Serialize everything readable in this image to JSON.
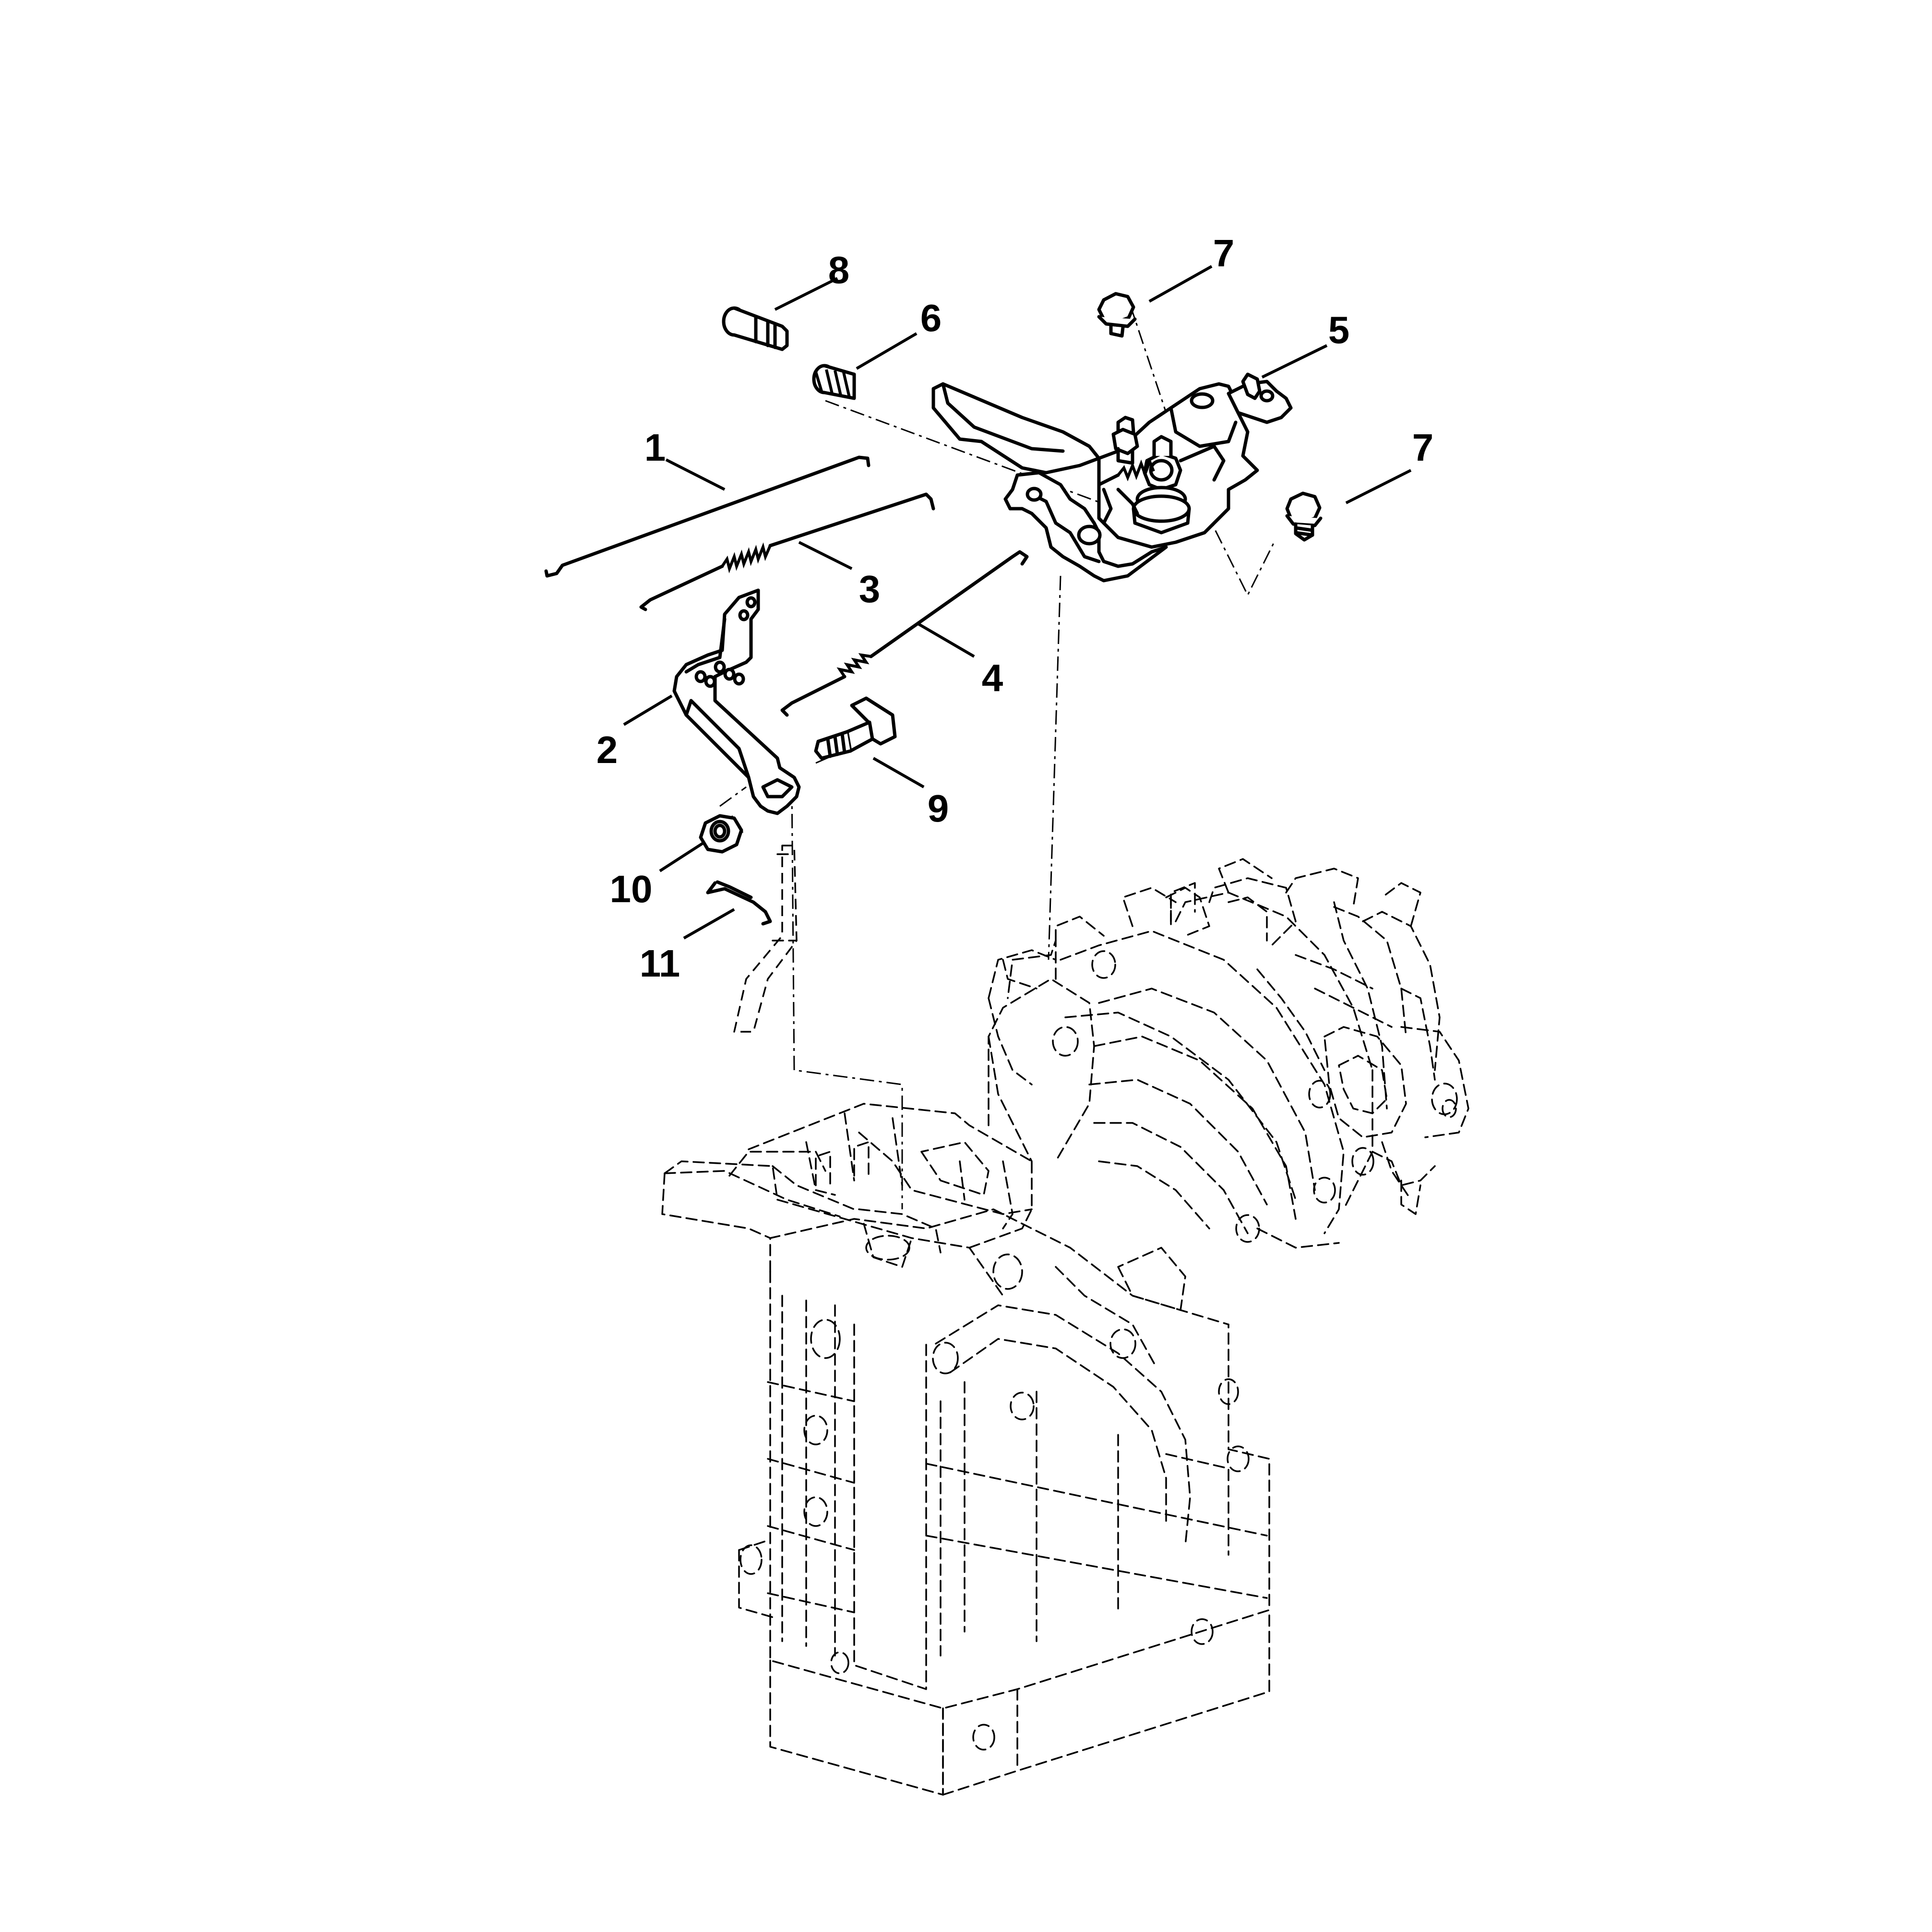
{
  "diagram": {
    "callouts": [
      {
        "id": "1",
        "label": "1"
      },
      {
        "id": "2",
        "label": "2"
      },
      {
        "id": "3",
        "label": "3"
      },
      {
        "id": "4",
        "label": "4"
      },
      {
        "id": "5",
        "label": "5"
      },
      {
        "id": "6",
        "label": "6"
      },
      {
        "id": "7a",
        "label": "7"
      },
      {
        "id": "7b",
        "label": "7"
      },
      {
        "id": "8",
        "label": "8"
      },
      {
        "id": "9",
        "label": "9"
      },
      {
        "id": "10",
        "label": "10"
      },
      {
        "id": "11",
        "label": "11"
      }
    ],
    "parts": {
      "rod": "throttle-rod",
      "lever": "governor-lever",
      "spring_short": "governor-spring",
      "spring_long": "return-spring",
      "bracket": "control-bracket",
      "spring_coil": "compression-spring",
      "screws": "flange-screw",
      "bolt": "shoulder-bolt",
      "clamp_bolt": "clamp-bolt",
      "nut": "hex-flange-nut",
      "clip": "spring-clip",
      "engine": "engine-block-phantom"
    }
  }
}
